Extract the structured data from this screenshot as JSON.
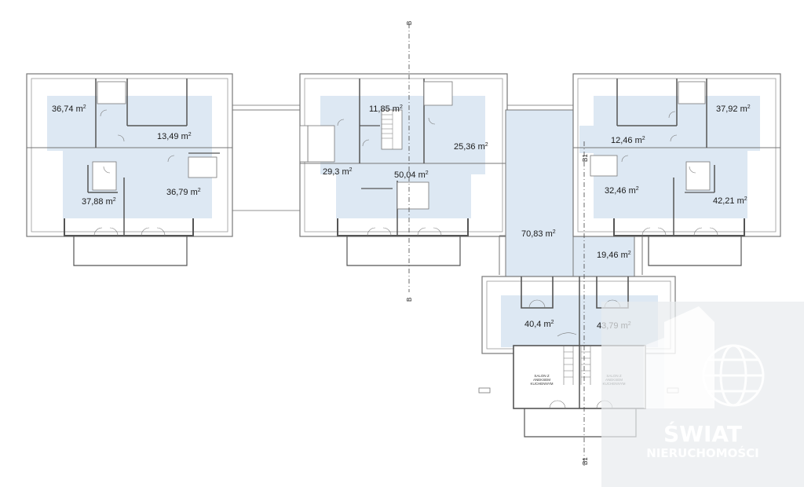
{
  "section_marks": {
    "b_top": "B",
    "b_bottom": "B",
    "b1_top": "B1",
    "b1_bottom": "B1"
  },
  "areas": {
    "left_top_left": "36,74 m",
    "left_mid_right": "13,49 m",
    "left_bottom_left": "37,88 m",
    "left_bottom_right": "36,79 m",
    "mid_top_center": "11,85 m",
    "mid_right": "25,36 m",
    "mid_left": "29,3 m",
    "mid_center": "50,04 m",
    "corridor": "70,83 m",
    "corridor_right": "19,46 m",
    "right_top_right": "37,92 m",
    "right_top_left": "12,46 m",
    "right_bottom_left": "32,46 m",
    "right_bottom_right": "42,21 m",
    "lower_left": "40,4 m",
    "lower_right": "43,79 m"
  },
  "area_superscript": "2",
  "room_notes": {
    "salon_left_line1": "SALON Z",
    "salon_left_line2": "ANEKSEM",
    "salon_left_line3": "KUCHENNYM",
    "salon_right_line1": "SALON Z",
    "salon_right_line2": "ANEKSEM",
    "salon_right_line3": "KUCHENNYM"
  },
  "watermark": {
    "line1": "ŚWIAT",
    "line2": "NIERUCHOMOŚCI"
  },
  "colors": {
    "room_fill": "#dde8f3",
    "wall": "#6b6b6b",
    "watermark_bg": "#eef0f2"
  }
}
